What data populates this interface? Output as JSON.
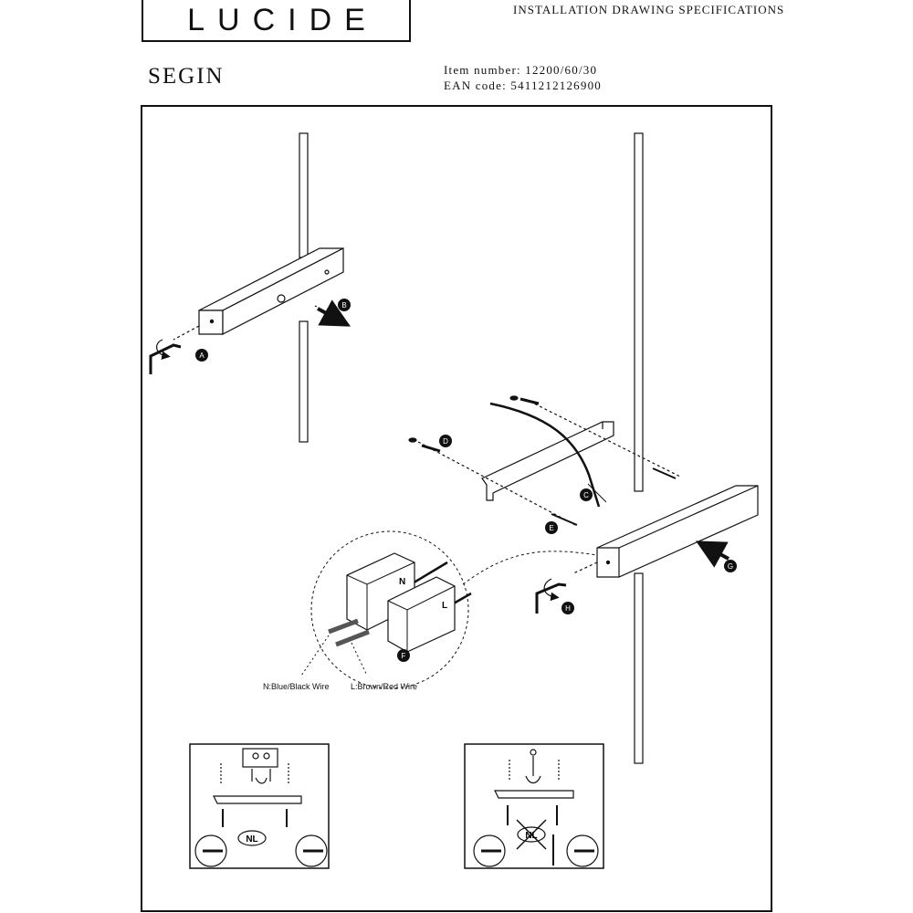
{
  "header": {
    "brand": "LUCIDE",
    "doc_title": "INSTALLATION DRAWING SPECIFICATIONS",
    "product_name": "SEGIN",
    "item_number": "Item number: 12200/60/30",
    "ean_code": "EAN code: 5411212126900"
  },
  "steps": {
    "a": "A",
    "b": "B",
    "c": "C",
    "d": "D",
    "e": "E",
    "f": "F",
    "g": "G",
    "h": "H"
  },
  "connector": {
    "neutral": "N",
    "live": "L",
    "neutral_wire_label": "N:Blue/Black Wire",
    "live_wire_label": "L:Brown/Red Wire"
  },
  "insets": {
    "left_badge": "NL",
    "right_badge": "NL"
  },
  "icons": [
    "allen-key-icon",
    "arrow-icon",
    "rotate-icon",
    "screw-icon",
    "wall-plug-icon"
  ]
}
